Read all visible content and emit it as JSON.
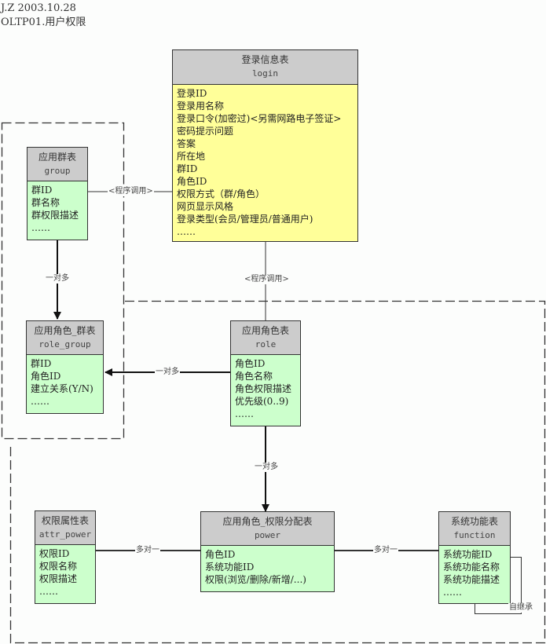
{
  "header": {
    "author_date": "J.Z 2003.10.28",
    "doc_title": "OLTP01.用户权限"
  },
  "tables": {
    "login": {
      "title_cn": "登录信息表",
      "title_en": "login",
      "fields": [
        "登录ID",
        "登录用名称",
        "登录口令(加密过)<另需网路电子签证>",
        "密码提示问题",
        "答案",
        "所在地",
        "群ID",
        "角色ID",
        "权限方式（群/角色）",
        "网页显示风格",
        "登录类型(会员/管理员/普通用户)",
        "……"
      ]
    },
    "group": {
      "title_cn": "应用群表",
      "title_en": "group",
      "fields": [
        "群ID",
        "群名称",
        "群权限描述",
        "……"
      ]
    },
    "role_group": {
      "title_cn": "应用角色_群表",
      "title_en": "role_group",
      "fields": [
        "群ID",
        "角色ID",
        "建立关系(Y/N)",
        "……"
      ]
    },
    "role": {
      "title_cn": "应用角色表",
      "title_en": "role",
      "fields": [
        "角色ID",
        "角色名称",
        "角色权限描述",
        "优先级(0..9)",
        "……"
      ]
    },
    "attr_power": {
      "title_cn": "权限属性表",
      "title_en": "attr_power",
      "fields": [
        "权限ID",
        "权限名称",
        "权限描述",
        "……"
      ]
    },
    "power": {
      "title_cn": "应用角色_权限分配表",
      "title_en": "power",
      "fields": [
        "角色ID",
        "系统功能ID",
        "权限(浏览/删除/新增/...)"
      ]
    },
    "function": {
      "title_cn": "系统功能表",
      "title_en": "function",
      "fields": [
        "系统功能ID",
        "系统功能名称",
        "系统功能描述",
        "……"
      ]
    }
  },
  "relations": {
    "group_login": "<程序调用>",
    "login_role": "<程序调用>",
    "group_role_group": "一对多",
    "role_role_group": "一对多",
    "role_power": "一对多",
    "attr_power_power": "多对一",
    "function_power": "多对一",
    "function_self": "自继承"
  },
  "colors": {
    "header_gray": "#cccccc",
    "entity_green": "#ccffcc",
    "login_yellow": "#ffff99",
    "line": "#333333"
  }
}
